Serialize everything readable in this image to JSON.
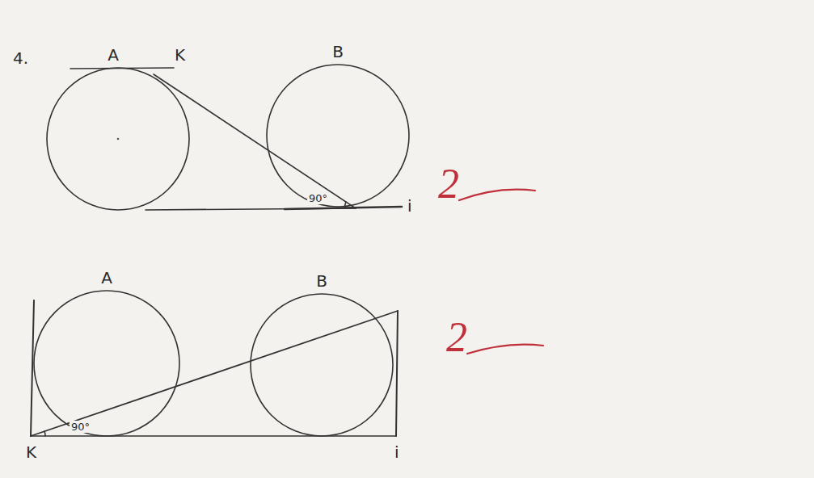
{
  "diagram": {
    "nodes": [
      {
        "text": [
          "A"
        ]
      },
      {
        "text": [
          "B"
        ]
      },
      {
        "text": [
          "A"
        ]
      },
      {
        "text": [
          "B"
        ]
      }
    ],
    "labels": [
      "4.",
      "K",
      "90°",
      "i",
      "2",
      "K",
      "90°",
      "i",
      "2"
    ]
  }
}
